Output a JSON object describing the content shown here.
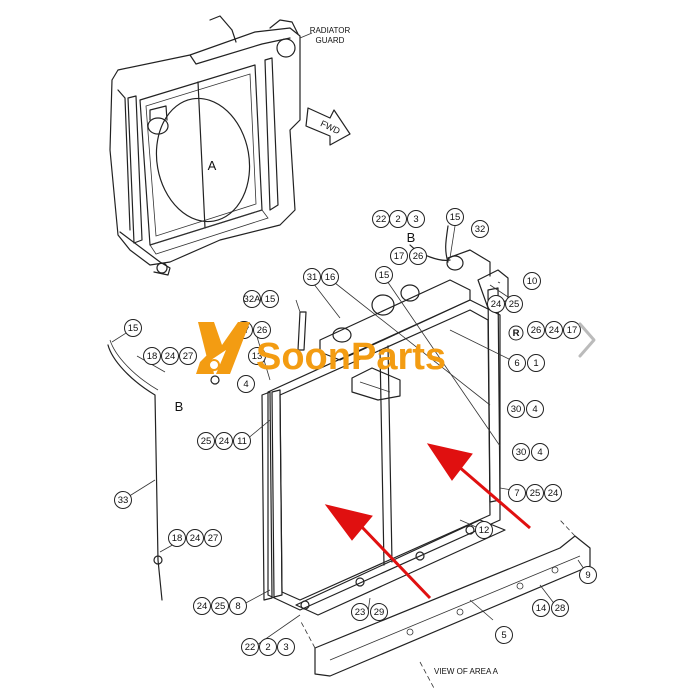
{
  "labels": {
    "radiator_guard_line1": "RADIATOR",
    "radiator_guard_line2": "GUARD",
    "fwd": "FWD",
    "area_a": "A",
    "view_b_top": "B",
    "view_b_left": "B",
    "view_of_area": "VIEW OF AREA  A"
  },
  "watermark": {
    "text": "SoonParts",
    "color": "#f39c12"
  },
  "colors": {
    "arrow": "#e01010",
    "line": "#222222"
  },
  "callouts": [
    "22",
    "2",
    "3",
    "15",
    "32",
    "17",
    "26",
    "10",
    "24",
    "25",
    "31",
    "16",
    "15",
    "32A",
    "15",
    "17",
    "26",
    "26",
    "24",
    "17",
    "15",
    "18",
    "24",
    "27",
    "13",
    "6",
    "1",
    "4",
    "30",
    "4",
    "25",
    "24",
    "11",
    "30",
    "4",
    "7",
    "25",
    "24",
    "12",
    "33",
    "18",
    "24",
    "27",
    "24",
    "25",
    "8",
    "23",
    "29",
    "22",
    "2",
    "3",
    "5",
    "14",
    "28",
    "9",
    "R"
  ]
}
